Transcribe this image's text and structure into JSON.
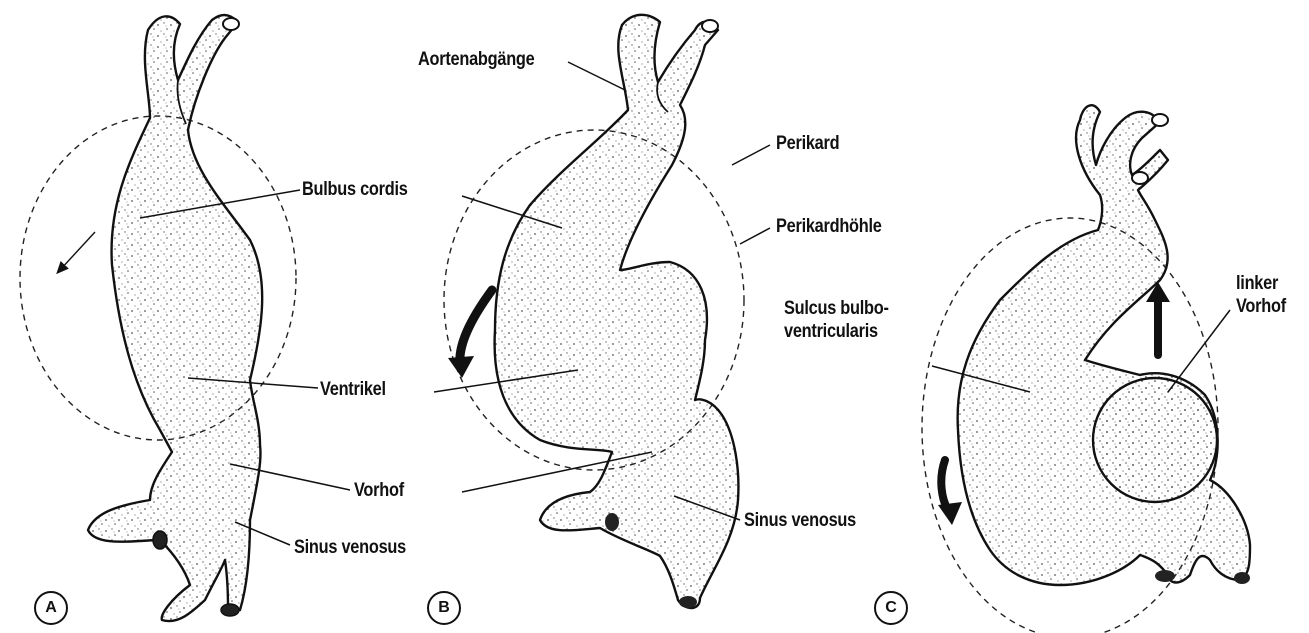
{
  "labels": {
    "aortenabgaenge": "Aortenabgänge",
    "perikard": "Perikard",
    "bulbus_cordis": "Bulbus cordis",
    "perikardhoehle": "Perikardhöhle",
    "sulcus": "Sulcus bulbo- ventricularis",
    "linker_vorhof": "linker Vorhof",
    "ventrikel": "Ventrikel",
    "vorhof": "Vorhof",
    "sinus_venosus_a": "Sinus venosus",
    "sinus_venosus_b": "Sinus venosus"
  },
  "panels": {
    "a": "A",
    "b": "B",
    "c": "C"
  },
  "colors": {
    "ink": "#111111",
    "stipple": "#555555",
    "paper": "#ffffff"
  }
}
